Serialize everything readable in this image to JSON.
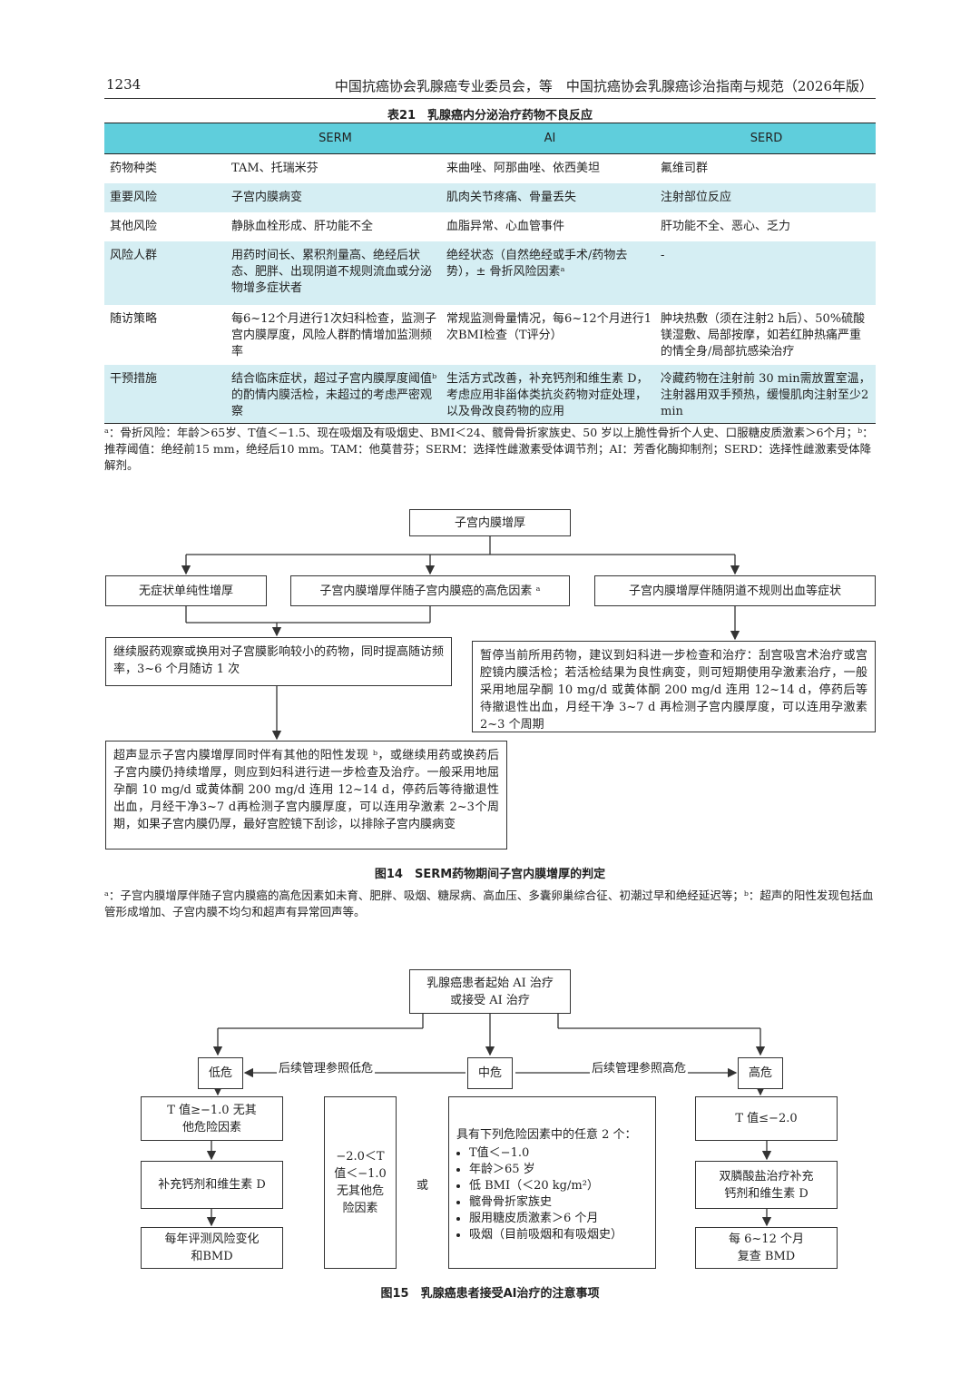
{
  "header": {
    "page_number": "1234",
    "running_title": "中国抗癌协会乳腺癌专业委员会，等　中国抗癌协会乳腺癌诊治指南与规范（2026年版）"
  },
  "table21": {
    "caption": "表21　乳腺癌内分泌治疗药物不良反应",
    "columns": [
      "",
      "SERM",
      "AI",
      "SERD"
    ],
    "rows": [
      {
        "label": "药物种类",
        "serm": "TAM、托瑞米芬",
        "ai": "来曲唑、阿那曲唑、依西美坦",
        "serd": "氟维司群"
      },
      {
        "label": "重要风险",
        "serm": "子宫内膜病变",
        "ai": "肌肉关节疼痛、骨量丢失",
        "serd": "注射部位反应"
      },
      {
        "label": "其他风险",
        "serm": "静脉血栓形成、肝功能不全",
        "ai": "血脂异常、心血管事件",
        "serd": "肝功能不全、恶心、乏力"
      },
      {
        "label": "风险人群",
        "serm": "用药时间长、累积剂量高、绝经后状态、肥胖、出现阴道不规则流血或分泌物增多症状者",
        "ai": "绝经状态（自然绝经或手术/药物去势），± 骨折风险因素ᵃ",
        "serd": "-"
      },
      {
        "label": "随访策略",
        "serm": "每6~12个月进行1次妇科检查，监测子宫内膜厚度，风险人群酌情增加监测频率",
        "ai": "常规监测骨量情况，每6~12个月进行1次BMI检查（T评分）",
        "serd": "肿块热敷（须在注射2 h后）、50%硫酸镁湿敷、局部按摩，如若红肿热痛严重的情全身/局部抗感染治疗"
      },
      {
        "label": "干预措施",
        "serm": "结合临床症状，超过子宫内膜厚度阈值ᵇ的酌情内膜活检，未超过的考虑严密观察",
        "ai": "生活方式改善，补充钙剂和维生素 D，考虑应用非甾体类抗炎药物对症处理，以及骨改良药物的应用",
        "serd": "冷藏药物在注射前 30 min需放置室温，注射器用双手预热，缓慢肌肉注射至少2 min"
      }
    ],
    "footnote": "ᵃ：骨折风险：年龄＞65岁、T值＜−1.5、现在吸烟及有吸烟史、BMI＜24、髋骨骨折家族史、50 岁以上脆性骨折个人史、口服糖皮质激素＞6个月；ᵇ：推荐阈值：绝经前15 mm，绝经后10 mm。TAM：他莫昔芬；SERM：选择性雌激素受体调节剂；AI：芳香化酶抑制剂；SERD：选择性雌激素受体降解剂。"
  },
  "figure14": {
    "top": "子宫内膜增厚",
    "branch_a": "无症状单纯性增厚",
    "branch_b": "子宫内膜增厚伴随子宫内膜癌的高危因素 ᵃ",
    "branch_c": "子宫内膜增厚伴随阴道不规则出血等症状",
    "action_left": "继续服药观察或换用对子宫膜影响较小的药物，同时提高随访频率，3~6 个月随访 1 次",
    "action_right": "暂停当前所用药物，建议到妇科进一步检查和治疗：刮宫吸宫术治疗或宫腔镜内膜活检；若活检结果为良性病变，则可短期使用孕激素治疗，一般采用地屈孕酮 10 mg/d 或黄体酮 200 mg/d 连用 12~14 d，停药后等待撤退性出血，月经干净 3~7 d 再检测子宫内膜厚度，可以连用孕激素 2~3 个周期",
    "action_bottom": "超声显示子宫内膜增厚同时伴有其他的阳性发现 ᵇ，或继续用药或换药后子宫内膜仍持续增厚，则应到妇科进行进一步检查及治疗。一般采用地屈孕酮 10 mg/d 或黄体酮 200 mg/d 连用 12~14 d，停药后等待撤退性出血，月经干净3~7 d再检测子宫内膜厚度，可以连用孕激素 2~3个周期，如果子宫内膜仍厚，最好宫腔镜下刮诊，以排除子宫内膜病变",
    "caption": "图14　SERM药物期间子宫内膜增厚的判定",
    "footnote": "ᵃ：子宫内膜增厚伴随子宫内膜癌的高危因素如未育、肥胖、吸烟、糖尿病、高血压、多囊卵巢综合征、初潮过早和绝经延迟等；ᵇ：超声的阳性发现包括血管形成增加、子宫内膜不均匀和超声有异常回声等。"
  },
  "figure15": {
    "top": "乳腺癌患者起始 AI 治疗\n或接受 AI 治疗",
    "low": "低危",
    "mid": "中危",
    "high": "高危",
    "ref_low": "后续管理参照低危",
    "ref_high": "后续管理参照高危",
    "low_box1": "T 值≥−1.0 无其\n他危险因素",
    "low_box2": "补充钙剂和维生素 D",
    "low_box3": "每年评测风险变化\n和BMD",
    "mid_box_a": "−2.0＜T\n值＜−1.0\n无其他危\n险因素",
    "or": "或",
    "mid_box_b_title": "具有下列危险因素中的任意 2 个：",
    "mid_box_b_items": [
      "T值＜−1.0",
      "年龄＞65 岁",
      "低 BMI（＜20 kg/m²）",
      "髋骨骨折家族史",
      "服用糖皮质激素＞6 个月",
      "吸烟（目前吸烟和有吸烟史）"
    ],
    "high_box1": "T 值≤−2.0",
    "high_box2": "双膦酸盐治疗补充\n钙剂和维生素 D",
    "high_box3": "每 6~12 个月\n复查 BMD",
    "caption": "图15　乳腺癌患者接受AI治疗的注意事项"
  }
}
